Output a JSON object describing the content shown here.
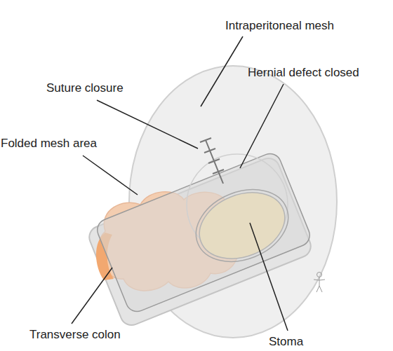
{
  "diagram": {
    "labels": [
      "Intraperitoneal mesh",
      "Hernial defect closed",
      "Suture closure",
      "Folded mesh area",
      "Transverse colon",
      "Stoma"
    ]
  }
}
